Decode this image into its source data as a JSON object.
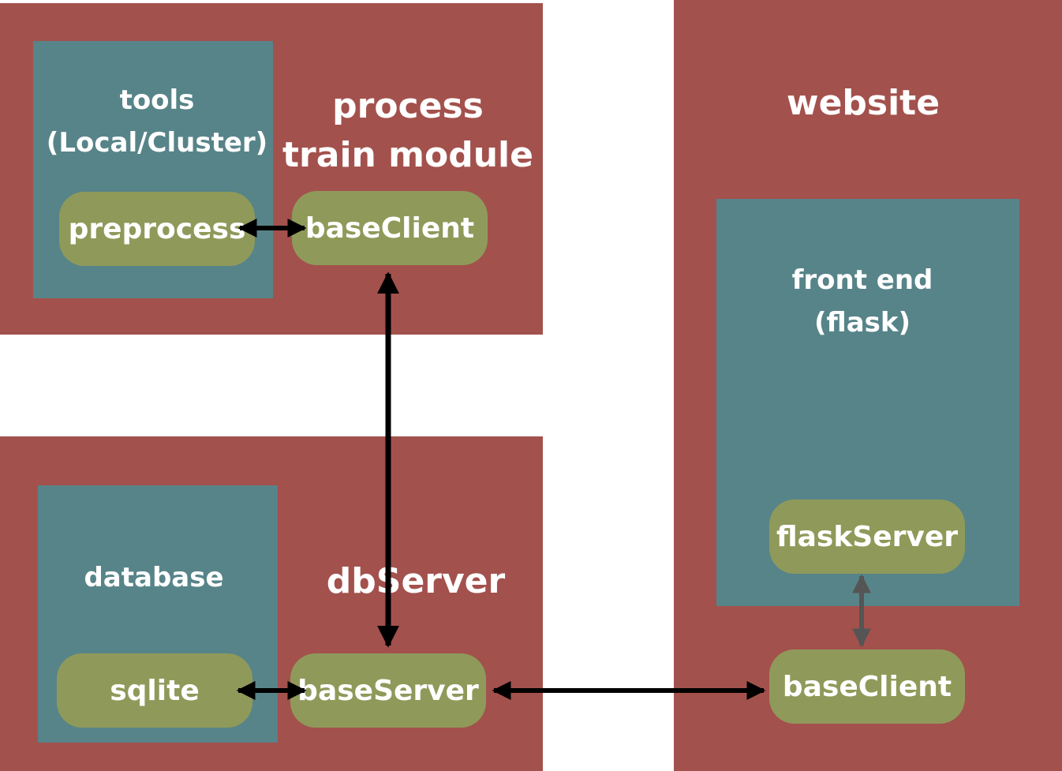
{
  "panels": {
    "process": {
      "title_line1": "process",
      "title_line2": "train module",
      "tools_line1": "tools",
      "tools_line2": "(Local/Cluster)",
      "preprocess": "preprocess",
      "client": "baseClient"
    },
    "db": {
      "title": "dbServer",
      "database": "database",
      "sqlite": "sqlite",
      "server": "baseServer"
    },
    "website": {
      "title": "website",
      "frontend_line1": "front end",
      "frontend_line2": "(flask)",
      "flask_server": "flaskServer",
      "client": "baseClient"
    }
  },
  "colors": {
    "panel": "#a3514d",
    "inner": "#578489",
    "node": "#8f9a5a",
    "arrow": "#000000",
    "arrow_gray": "#555555"
  }
}
